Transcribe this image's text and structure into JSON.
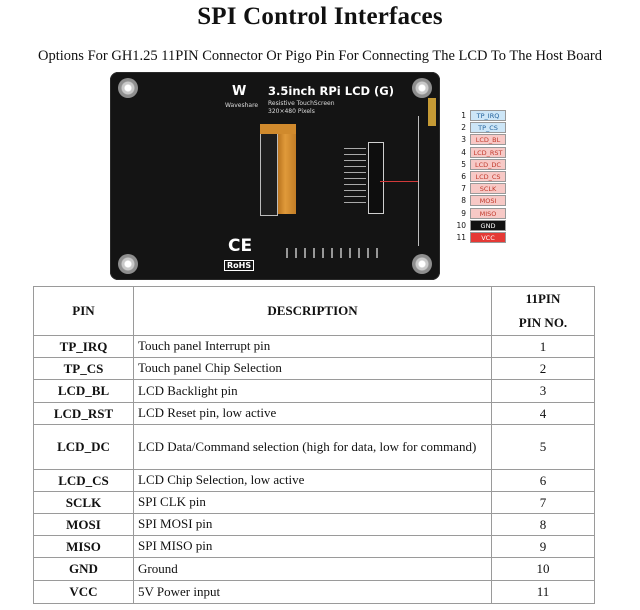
{
  "page": {
    "title": "SPI Control Interfaces",
    "subtitle": "Options For GH1.25 11PIN Connector Or Pigo Pin For Connecting The LCD To The Host Board"
  },
  "board": {
    "model": "3.5inch RPi LCD (G)",
    "touch": "Resistive TouchScreen",
    "pixels": "320×480 Pixels",
    "brand": "Waveshare",
    "ce": "CE",
    "rohs": "RoHS",
    "pointer_color": "#d23a3a",
    "pins": [
      {
        "no": "1",
        "label": "TP_IRQ",
        "bg": "#cde6f7",
        "fg": "#1f5f9a"
      },
      {
        "no": "2",
        "label": "TP_CS",
        "bg": "#cde6f7",
        "fg": "#1f5f9a"
      },
      {
        "no": "3",
        "label": "LCD_BL",
        "bg": "#f7c9c6",
        "fg": "#c0392b"
      },
      {
        "no": "4",
        "label": "LCD_RST",
        "bg": "#f7c9c6",
        "fg": "#c0392b"
      },
      {
        "no": "5",
        "label": "LCD_DC",
        "bg": "#f7c9c6",
        "fg": "#c0392b"
      },
      {
        "no": "6",
        "label": "LCD_CS",
        "bg": "#f7c9c6",
        "fg": "#c0392b"
      },
      {
        "no": "7",
        "label": "SCLK",
        "bg": "#f7c9c6",
        "fg": "#c0392b"
      },
      {
        "no": "8",
        "label": "MOSI",
        "bg": "#f7c9c6",
        "fg": "#c0392b"
      },
      {
        "no": "9",
        "label": "MISO",
        "bg": "#f7c9c6",
        "fg": "#c0392b"
      },
      {
        "no": "10",
        "label": "GND",
        "bg": "#111111",
        "fg": "#ffffff"
      },
      {
        "no": "11",
        "label": "VCC",
        "bg": "#e53935",
        "fg": "#ffffff"
      }
    ]
  },
  "table": {
    "headers": {
      "pin": "PIN",
      "description": "DESCRIPTION",
      "pin_no_line1": "11PIN",
      "pin_no_line2": "PIN NO."
    },
    "rows": [
      {
        "pin": "TP_IRQ",
        "description": "Touch panel Interrupt pin",
        "no": "1"
      },
      {
        "pin": "TP_CS",
        "description": "Touch panel Chip Selection",
        "no": "2"
      },
      {
        "pin": "LCD_BL",
        "description": "LCD Backlight pin",
        "no": "3"
      },
      {
        "pin": "LCD_RST",
        "description": "LCD Reset pin, low active",
        "no": "4"
      },
      {
        "pin": "LCD_DC",
        "description": "LCD Data/Command selection (high for data, low for command)",
        "no": "5"
      },
      {
        "pin": "LCD_CS",
        "description": "LCD Chip Selection, low active",
        "no": "6"
      },
      {
        "pin": "SCLK",
        "description": "SPI CLK pin",
        "no": "7"
      },
      {
        "pin": "MOSI",
        "description": "SPI MOSI pin",
        "no": "8"
      },
      {
        "pin": "MISO",
        "description": "SPI MISO pin",
        "no": "9"
      },
      {
        "pin": "GND",
        "description": "Ground",
        "no": "10"
      },
      {
        "pin": "VCC",
        "description": "5V Power input",
        "no": "11"
      }
    ]
  }
}
